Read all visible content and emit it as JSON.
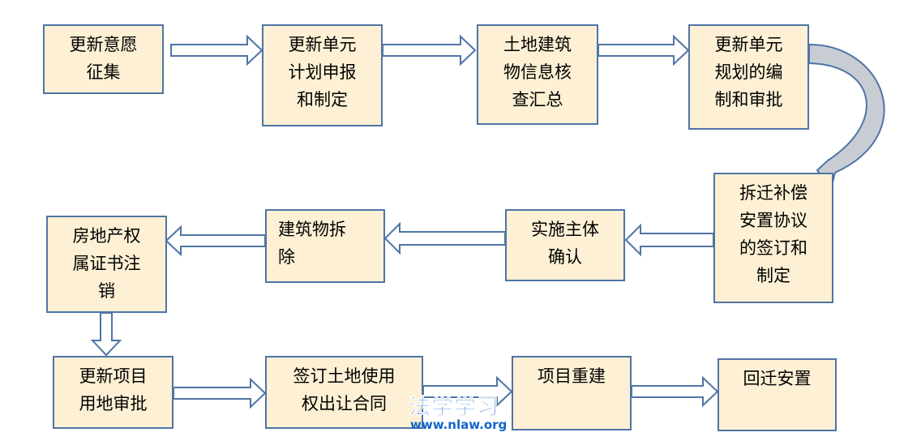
{
  "steps": {
    "s1": "更新意愿\n征集",
    "s2": "更新单元\n计划申报\n和制定",
    "s3": "土地建筑\n物信息核\n查汇总",
    "s4": "更新单元\n规划的编\n制和审批",
    "s5": "拆迁补偿\n安置协议\n的签订和\n制定",
    "s6": "实施主体\n确认",
    "s7": "建筑物拆\n除",
    "s8": "房地产权\n属证书注\n销",
    "s9": "更新项目\n用地审批",
    "s10": "签订土地使用\n权出让合同",
    "s11": "项目重建",
    "s12": "回迁安置"
  },
  "watermark": {
    "title": "法学学习",
    "url": "www.nlaw.org"
  },
  "colors": {
    "box_fill": "#fdf0d4",
    "box_border": "#4f74a6",
    "arrow_fill": "#ffffff",
    "arrow_stroke": "#4f74a6",
    "curve_fill": "#c8cdd3",
    "watermark": "#1565c8"
  }
}
